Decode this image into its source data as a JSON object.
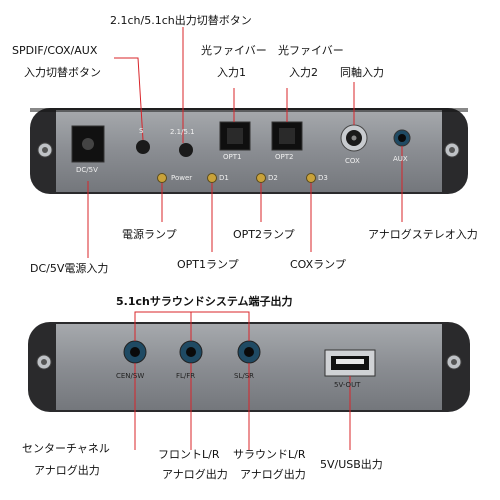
{
  "top_panel": {
    "callouts": {
      "mode_switch": "2.1ch/5.1ch出力切替ボタン",
      "input_switch_1": "SPDIF/COX/AUX",
      "input_switch_2": "入力切替ボタン",
      "optical1_a": "光ファイバー",
      "optical1_b": "入力1",
      "optical2_a": "光ファイバー",
      "optical2_b": "入力2",
      "coax_in": "同軸入力",
      "power_lamp": "電源ランプ",
      "dc_in": "DC/5V電源入力",
      "opt1_lamp": "OPT1ランプ",
      "opt2_lamp": "OPT2ランプ",
      "cox_lamp": "COXランプ",
      "analog_in": "アナログステレオ入力"
    },
    "panel_labels": {
      "dc": "DC/5V",
      "s": "S",
      "mode": "2.1/5.1",
      "opt1": "OPT1",
      "opt2": "OPT2",
      "cox": "COX",
      "aux": "AUX",
      "power": "Power",
      "d1": "D1",
      "d2": "D2",
      "d3": "D3"
    }
  },
  "bottom_panel": {
    "title": "5.1chサラウンドシステム端子出力",
    "callouts": {
      "center_a": "センターチャネル",
      "center_b": "アナログ出力",
      "front_a": "フロントL/R",
      "front_b": "アナログ出力",
      "surround_a": "サラウンドL/R",
      "surround_b": "アナログ出力",
      "usb": "5V/USB出力"
    },
    "panel_labels": {
      "cen": "CEN/SW",
      "fl": "FL/FR",
      "sl": "SL/SR",
      "usb": "5V-OUT"
    }
  },
  "colors": {
    "panel": "#8c8f94",
    "panel_dark": "#2a2a2c",
    "callout_line": "#d8242a",
    "led": "#c9a23a",
    "jack_ring": "#1f4a63"
  }
}
